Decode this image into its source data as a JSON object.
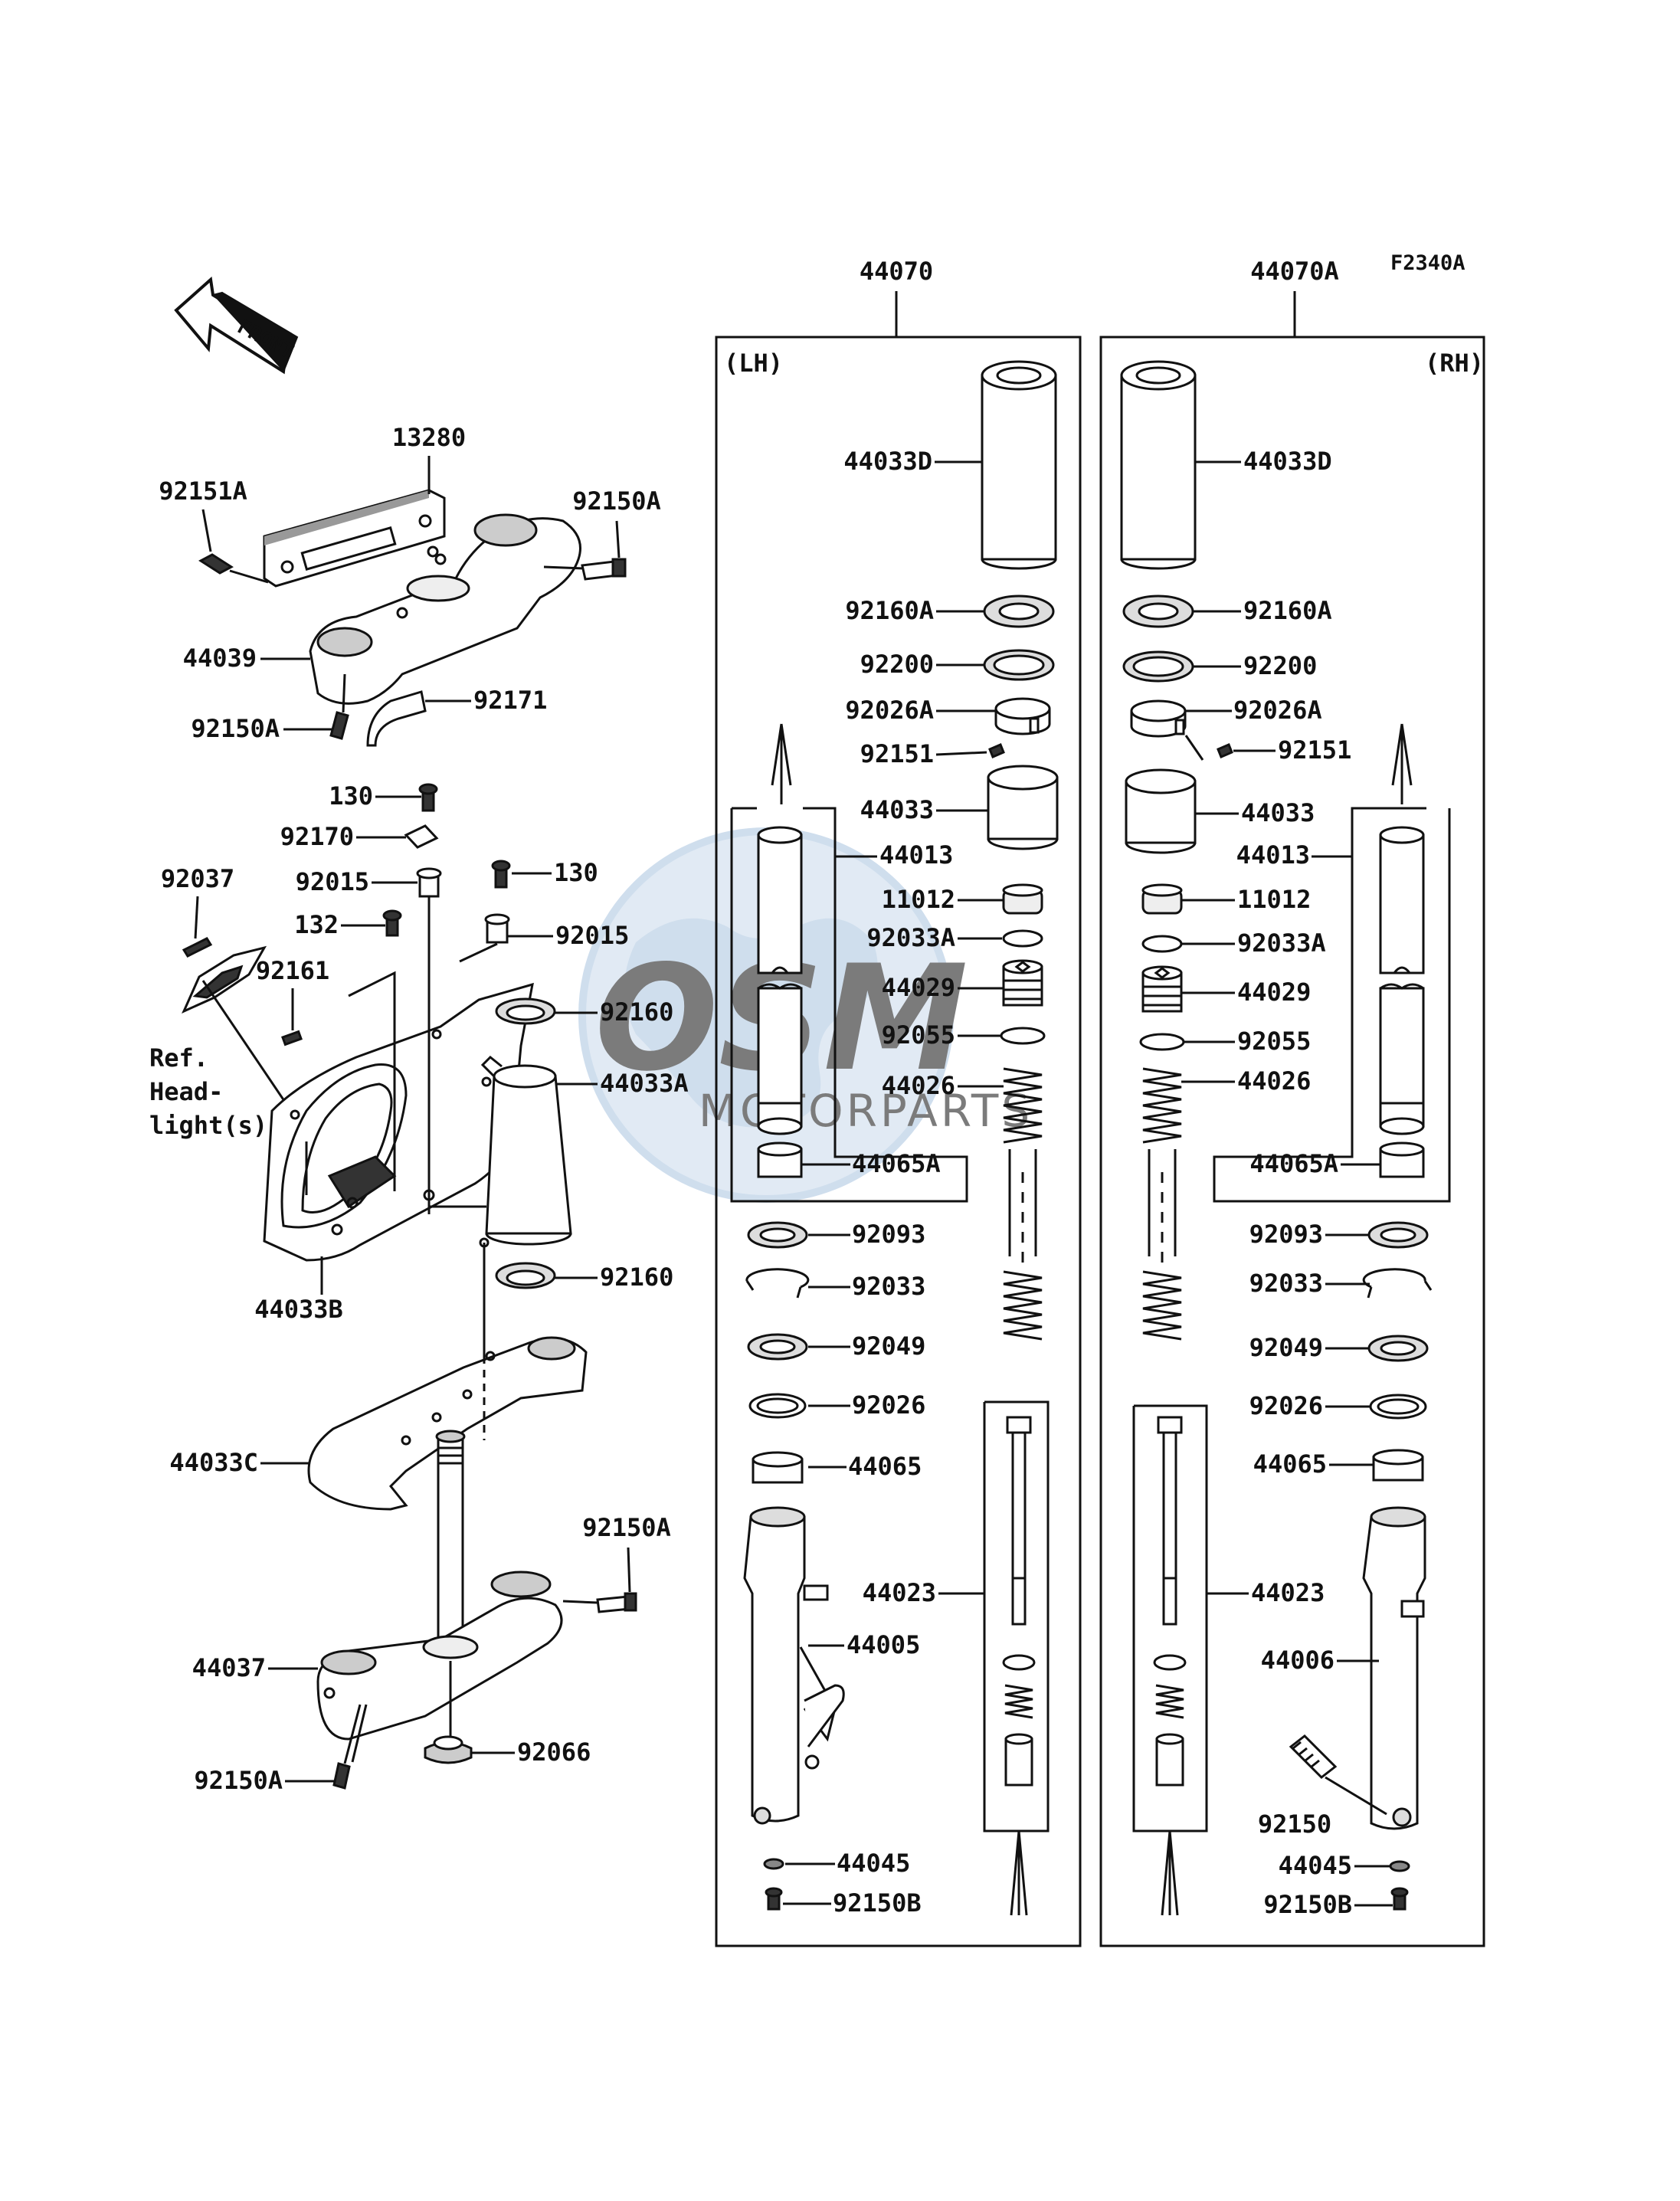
{
  "diagram": {
    "code": "F2340A",
    "front_label": "FRONT",
    "assembly_lh": "44070",
    "assembly_rh": "44070A",
    "side_lh": "(LH)",
    "side_rh": "(RH)",
    "ref_note": [
      "Ref.",
      "Head-",
      "light(s)"
    ],
    "watermark": {
      "main": "OSM",
      "sub": "MOTORPARTS",
      "color": "#a9c4e0"
    }
  },
  "labels": {
    "steering": {
      "p92151A": "92151A",
      "p13280": "13280",
      "p92150A_top": "92150A",
      "p44039": "44039",
      "p92150A_left": "92150A",
      "p92171": "92171",
      "p130_a": "130",
      "p92170": "92170",
      "p92037": "92037",
      "p92015_a": "92015",
      "p130_b": "130",
      "p132": "132",
      "p92015_b": "92015",
      "p92161": "92161",
      "p92160_a": "92160",
      "p44033A": "44033A",
      "p44033B": "44033B",
      "p92160_b": "92160",
      "p44033C": "44033C",
      "p92150A_mid": "92150A",
      "p44037": "44037",
      "p92066": "92066",
      "p92150A_bot": "92150A"
    },
    "lh": {
      "p44033D": "44033D",
      "p92160A": "92160A",
      "p92200": "92200",
      "p92026A": "92026A",
      "p92151": "92151",
      "p44033": "44033",
      "p44013": "44013",
      "p11012": "11012",
      "p92033A": "92033A",
      "p44029": "44029",
      "p92055": "92055",
      "p44026": "44026",
      "p44065A": "44065A",
      "p92093": "92093",
      "p92033": "92033",
      "p92049": "92049",
      "p92026": "92026",
      "p44065": "44065",
      "p44023": "44023",
      "p44005": "44005",
      "p44045": "44045",
      "p92150B": "92150B"
    },
    "rh": {
      "p44033D": "44033D",
      "p92160A": "92160A",
      "p92200": "92200",
      "p92026A": "92026A",
      "p92151": "92151",
      "p44033": "44033",
      "p44013": "44013",
      "p11012": "11012",
      "p92033A": "92033A",
      "p44029": "44029",
      "p92055": "92055",
      "p44026": "44026",
      "p44065A": "44065A",
      "p92093": "92093",
      "p92033": "92033",
      "p92049": "92049",
      "p92026": "92026",
      "p44065": "44065",
      "p44023": "44023",
      "p44006": "44006",
      "p92150": "92150",
      "p44045": "44045",
      "p92150B": "92150B"
    }
  }
}
